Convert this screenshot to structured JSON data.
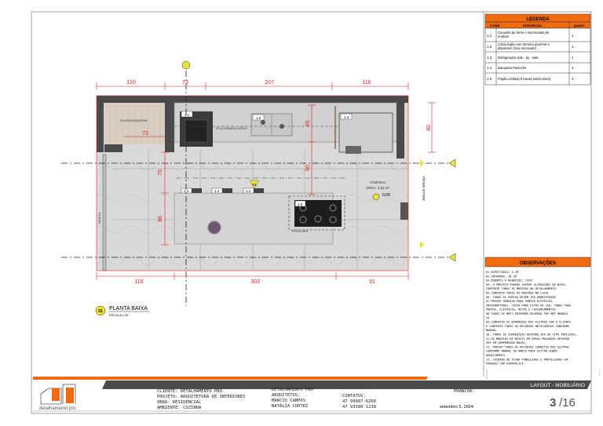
{
  "legend": {
    "title": "LEGENDA",
    "headers": [
      "ÍCONE",
      "DESCRIÇÃO",
      "QUANT."
    ],
    "rows": [
      {
        "icon": "1.1",
        "desc1": "Conjunto de forno e microondas de",
        "desc2": "embutir",
        "qty": "1"
      },
      {
        "icon": "1.2",
        "desc1": "Cuba dupla com torneira gourmet e",
        "desc2": "dispenser (inox escovado)",
        "qty": "1"
      },
      {
        "icon": "1.3",
        "desc1": "Refrigerador side - by - side",
        "desc2": "",
        "qty": "1"
      },
      {
        "icon": "1.4",
        "desc1": "Banqueta Pavioche",
        "desc2": "",
        "qty": "3"
      },
      {
        "icon": "1.5",
        "desc1": "Fogão cooktop 5 bocas (vidro preto)",
        "desc2": "",
        "qty": "1"
      }
    ]
  },
  "observations": {
    "title": "OBSERVAÇÕES",
    "lines": [
      "H1.ESPECTÁRIO: 3 CM",
      "H2.INTERNAS: 18 CM",
      "H3.RODAPÉS E REBAIXOS: 15CM",
      "04. O PROJETO PODERÁ SOFRER ALTERAÇÕES DO NÍVEL.",
      "CONFERIR TODAS AS MEDIDAS NO DETALHAMENTO.",
      "05.CONFERIR TODAS AS MEDIDAS NO LOCAL",
      "06. TODAS AS PORTAS DEVEM TER AMORTECEDOR",
      "07.PREVER REBAIXO PARA PONTOS ELÉTRICOS,",
      "INTERRUPTORES, CAIXA PARA FITAS DE LED, CABOS PARA",
      "PONTOS, ELÉTRICOS, RETAS E CASCAREAMENTOS.",
      "08.TODOS OS MDFS INTERNOS DEVERÃO SER MDF BRANCO",
      "TX",
      "09.CONFERIR AS DIMENSÕES DOS ELETROS COM O CLIENTE",
      "E CONFERIR TODOS OS RECURSOS NECESSÁRIOS CONFORME",
      "MANUAL.",
      "10. TODAS AS CORREDIÇAS DEVERÃO SER DO TIPO INVISÍVEL.",
      "11.OS MÓDULOS DE NÍVEIS EM ÁREAS MOLHADAS DEVERÃO",
      "SER EM COMPENSADO NAVAL.",
      "12. PREVER TODOS OS RECURSOS CORRETOS DOS ELETROS",
      "CONFORME MANUAL DA MARCA PARA EVITAR SOBRE",
      "AQUECIMENTO.",
      "13. CUIDADO AO FIXAR PANELEIROS E PRATELEIRAS EM",
      "PAREDES COM HIDRÁULICA."
    ]
  },
  "plan": {
    "rooms": {
      "churrasqueira": "CHURRASQUEIRA",
      "janela": "JANELA",
      "cozinha": "COZINHA",
      "area": "ÁREA: 2,62 m²",
      "level": "0,04",
      "area_servico": "ÁREA DE SERVIÇO"
    },
    "notes": {
      "refrigerador": "PROJ.ARMÁRIO AÉREO",
      "copa": "PROJ.COPA"
    },
    "tags": {
      "t11": "1.1",
      "t12": "1.2",
      "t13": "1.3",
      "t14": "1.4",
      "t15": "1.5",
      "view": "V1"
    },
    "dims_top": [
      "120",
      "73",
      "207",
      "116"
    ],
    "dims_bottom": [
      "118",
      "303",
      "91"
    ],
    "dims_inner": {
      "churr": "73",
      "left_upper": "75",
      "left_lower": "88",
      "mid_upper": "65",
      "mid_lower": "90",
      "right": "80"
    },
    "title": "PLANTA BAIXA",
    "scale": "ESCALA 1:25",
    "number": "01"
  },
  "title_block": {
    "section": "LAYOUT - MOBILIÁRIO",
    "logo_text": "detalhamento pro",
    "client": "CLIENTE: DETALHAMENTO PRO",
    "project": "PROJETO: ARQUITETURA DE INTERIORES",
    "work": "OBRA: RESIDENCIAL",
    "environment": "AMBIENTE: COZINHA",
    "office": "DETALHAMENTO PRO",
    "architects_label": "ARQUITETOS:",
    "architect1": "MÁRCIO CAMPOS",
    "architect2": "NATÁLIA CORTEZ",
    "contacts_label": "CONTATOS:",
    "phone1": "47 99987-6266",
    "phone2": "47 93380-1238",
    "sheet_label": "PRANCHA:",
    "date": "setembro 5, 2024",
    "sheet_number": "3",
    "sheet_total": "/16"
  },
  "colors": {
    "accent": "#f26a0f",
    "dark": "#4a4a4a",
    "dimension": "#e02020"
  }
}
